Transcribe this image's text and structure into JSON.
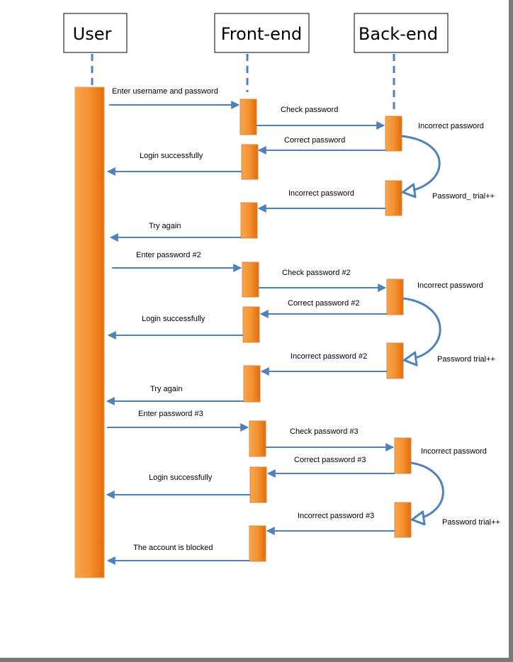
{
  "actors": {
    "user": "User",
    "frontend": "Front-end",
    "backend": "Back-end"
  },
  "colors": {
    "activation_fill_light": "#f7a54a",
    "activation_fill_dark": "#e36c09",
    "activation_stroke": "#c0504d",
    "arrow": "#4f81bd"
  },
  "messages": [
    {
      "id": "m1",
      "label": "Enter username and password"
    },
    {
      "id": "m2",
      "label": "Check password"
    },
    {
      "id": "m3",
      "label": "Correct password"
    },
    {
      "id": "m4",
      "label": "Login successfully"
    },
    {
      "id": "m5",
      "label": "Incorrect password"
    },
    {
      "id": "m6",
      "label": "Try again"
    },
    {
      "id": "m7",
      "label": "Enter password #2"
    },
    {
      "id": "m8",
      "label": "Check password #2"
    },
    {
      "id": "m9",
      "label": "Correct password #2"
    },
    {
      "id": "m10",
      "label": "Login successfully"
    },
    {
      "id": "m11",
      "label": "Incorrect password #2"
    },
    {
      "id": "m12",
      "label": "Try again"
    },
    {
      "id": "m13",
      "label": "Enter password #3"
    },
    {
      "id": "m14",
      "label": "Check password #3"
    },
    {
      "id": "m15",
      "label": "Correct password #3"
    },
    {
      "id": "m16",
      "label": "Login successfully"
    },
    {
      "id": "m17",
      "label": "Incorrect password #3"
    },
    {
      "id": "m18",
      "label": "The account is blocked"
    }
  ],
  "self_loops": [
    {
      "id": "s1",
      "top_label": "Incorrect password",
      "bottom_label": "Password_ trial++"
    },
    {
      "id": "s2",
      "top_label": "Incorrect password",
      "bottom_label": "Password trial++"
    },
    {
      "id": "s3",
      "top_label": "Incorrect password",
      "bottom_label": "Password trial++"
    }
  ]
}
